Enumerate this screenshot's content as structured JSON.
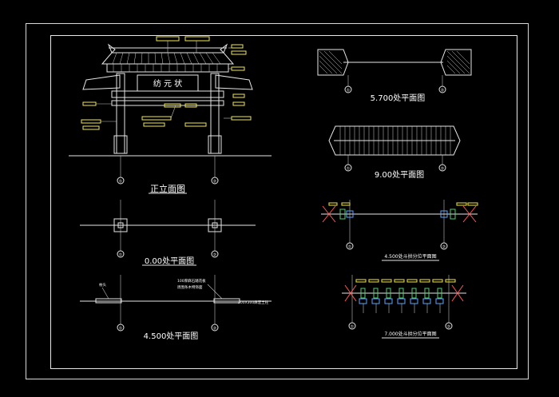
{
  "captions": {
    "front_elevation": "正立面图",
    "plan_000": "0.00处平面图",
    "plan_4500": "4.500处平面图",
    "plan_5700": "5.700处平面图",
    "plan_9000": "9.00处平面图",
    "bracket_4500": "4.500处斗拱分位平面图",
    "bracket_7000": "7.000处斗拱分位平面图"
  },
  "plaque_text": "纺 元 状",
  "axis_labels": [
    "①",
    "②"
  ],
  "annotations": {
    "beam_end": "枋头",
    "stone_note_1": "100厚麻石踏花板",
    "stone_note_2": "周围条木特饰面",
    "column_note": "300X300麻混土柱"
  },
  "colors": {
    "background": "#000000",
    "line": "#e6e6e6",
    "yellow": "#f2e64a",
    "blue": "#5aa3ff",
    "red": "#ff5a5a",
    "green": "#4fd16f"
  }
}
